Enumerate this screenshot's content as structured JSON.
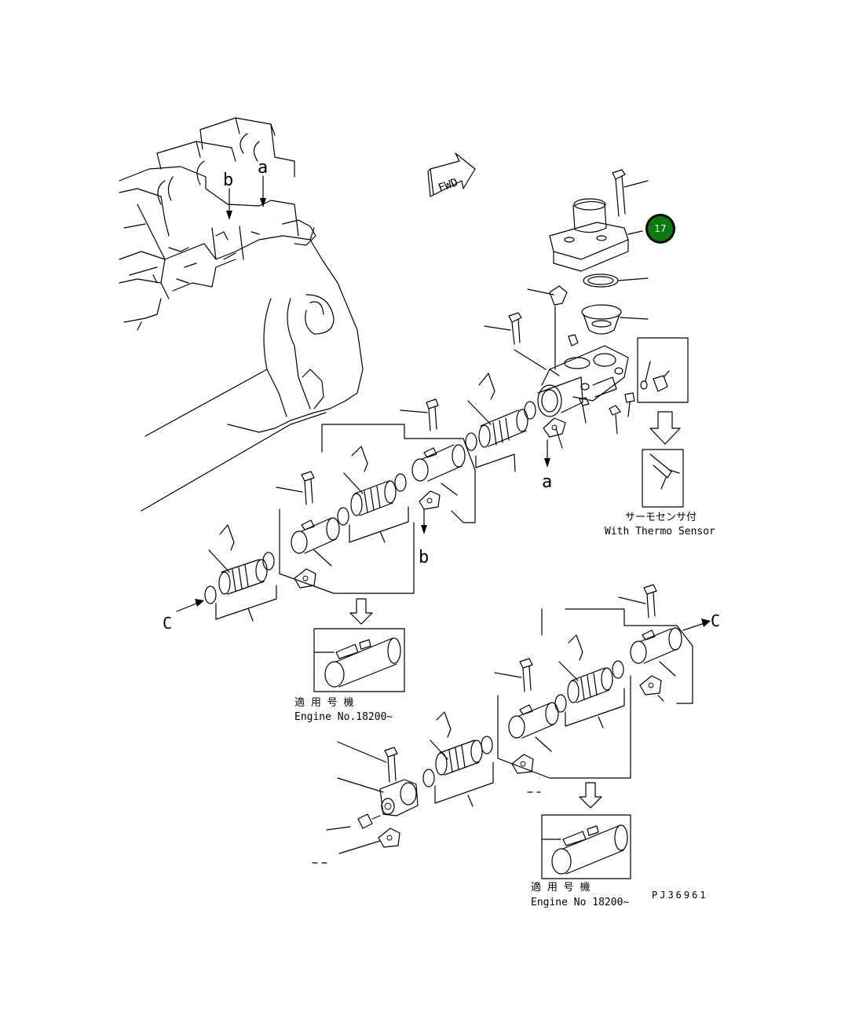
{
  "labels": {
    "fwd": "FWD",
    "ref_a_top": "a",
    "ref_b_top": "b",
    "ref_a": "a",
    "ref_b": "b",
    "ref_c_left": "C",
    "ref_c_right": "C"
  },
  "callout": {
    "number": "17",
    "color": "#0a7a0a",
    "ring": "#000000"
  },
  "thermo_sensor": {
    "jp": "サーモセンサ付",
    "en": "With Thermo Sensor"
  },
  "engine_note_1": {
    "jp": "適 用 号 機",
    "en": "Engine No.18200~"
  },
  "engine_note_2": {
    "jp": "適 用 号 機",
    "en": "Engine No 18200~"
  },
  "drawing_code": "PJ36961"
}
